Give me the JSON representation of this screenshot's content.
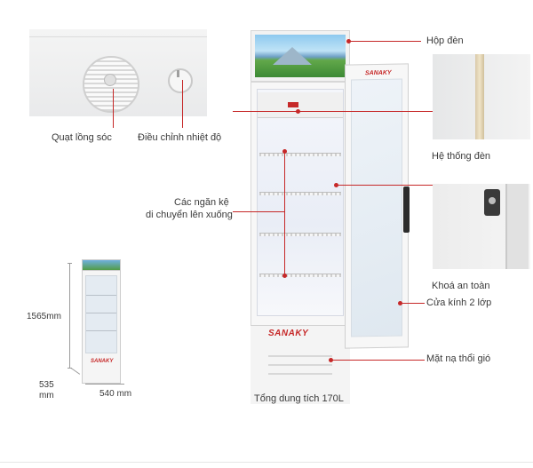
{
  "brand": "SANAKY",
  "labels": {
    "hop_den": "Hộp đèn",
    "he_thong_den": "Hệ thống đèn",
    "khoa_an_toan": "Khoá an toàn",
    "cua_kinh": "Cửa kính 2 lớp",
    "mat_na": "Mặt nạ thổi gió",
    "quat": "Quạt lồng sóc",
    "dieu_chinh": "Điều chỉnh nhiệt độ",
    "ngan_ke_line1": "Các ngăn kệ",
    "ngan_ke_line2": "di chuyển lên xuống",
    "tong_dung_tich": "Tổng dung tích 170L"
  },
  "dimensions": {
    "height": "1565mm",
    "depth_line1": "535",
    "depth_line2": "mm",
    "width": "540 mm"
  },
  "colors": {
    "accent": "#c62828"
  }
}
